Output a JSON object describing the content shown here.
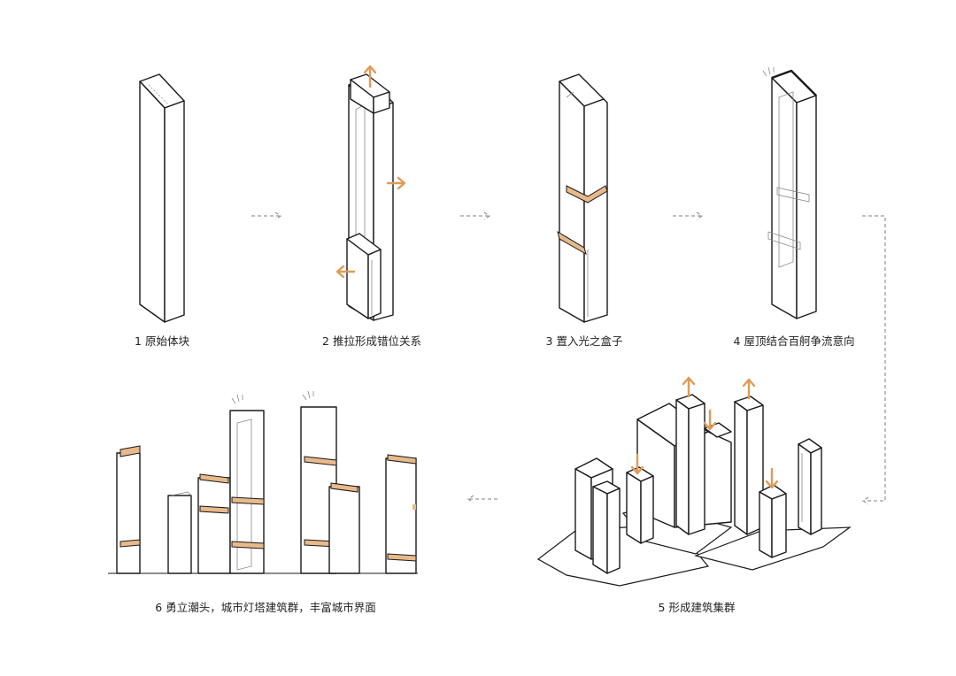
{
  "steps": [
    {
      "label": "1 原始体块"
    },
    {
      "label": "2 推拉形成错位关系"
    },
    {
      "label": "3 置入光之盒子"
    },
    {
      "label": "4 屋顶结合百舸争流意向"
    },
    {
      "label": "5 形成建筑集群"
    },
    {
      "label": "6 勇立潮头，城市灯塔建筑群，丰富城市界面"
    }
  ],
  "colors": {
    "accent": "#e09a57",
    "band": "#e8b98a",
    "line": "#1a1a1a",
    "flow": "#9a9a9a"
  }
}
